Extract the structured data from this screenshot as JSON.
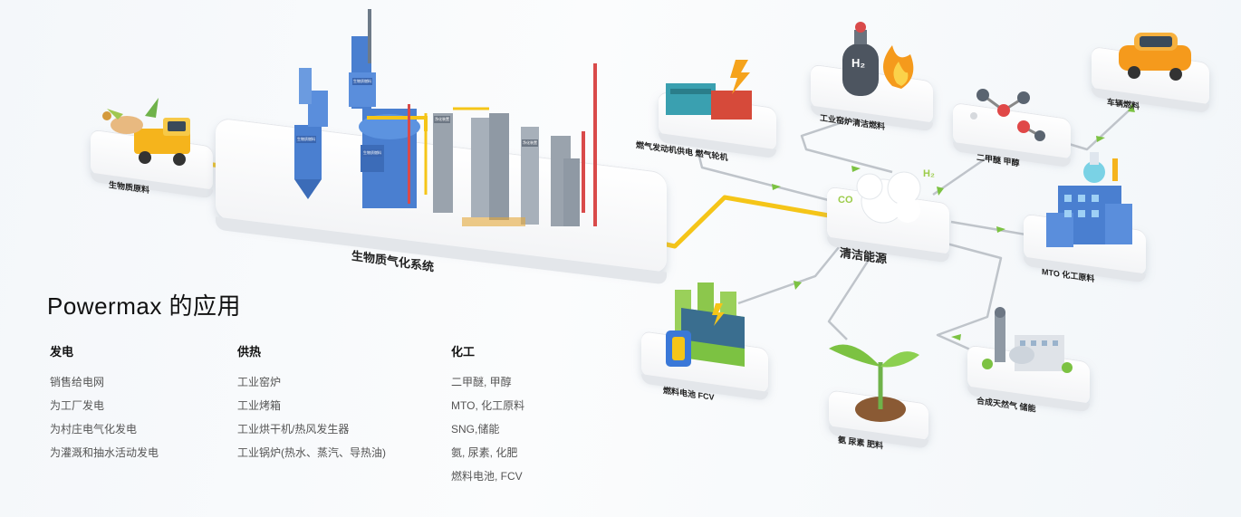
{
  "diagram": {
    "main_system": "生物质气化系统",
    "biomass": "生物质原料",
    "hub": "清洁能源",
    "hub_marks": {
      "co": "CO",
      "h2": "H₂"
    },
    "h2_tank_mark": "H₂",
    "nodes": {
      "gas_engine": "燃气发动机供电   燃气轮机",
      "kiln_fuel": "工业窑炉清洁燃料",
      "vehicle_fuel": "车辆燃料",
      "dme_methanol": "二甲醚  甲醇",
      "mto": "MTO  化工原料",
      "fuel_cell": "燃料电池  FCV",
      "ammonia": "氨  尿素  肥料",
      "sng": "合成天然气  储能"
    },
    "plant_tags": [
      "生物质燃料",
      "生物质燃料",
      "生物质燃料",
      "净化装置",
      "净化装置"
    ],
    "colors": {
      "pipe_yellow": "#f5c518",
      "pipe_gray": "#b9bec4",
      "arrow_green": "#7cc242",
      "plant_blue": "#4a7fd0",
      "plant_gray": "#9aa3ad"
    }
  },
  "applications": {
    "title": "Powermax 的应用",
    "columns": [
      {
        "heading": "发电",
        "items": [
          "销售给电网",
          "为工厂发电",
          "为村庄电气化发电",
          "为灌溉和抽水活动发电"
        ]
      },
      {
        "heading": "供热",
        "items": [
          "工业窑炉",
          "工业烤箱",
          "工业烘干机/热风发生器",
          "工业锅炉(热水、蒸汽、导热油)"
        ]
      },
      {
        "heading": "化工",
        "items": [
          "二甲醚, 甲醇",
          "MTO, 化工原料",
          "SNG,储能",
          "氨, 尿素, 化肥",
          "燃料电池, FCV"
        ]
      }
    ]
  }
}
